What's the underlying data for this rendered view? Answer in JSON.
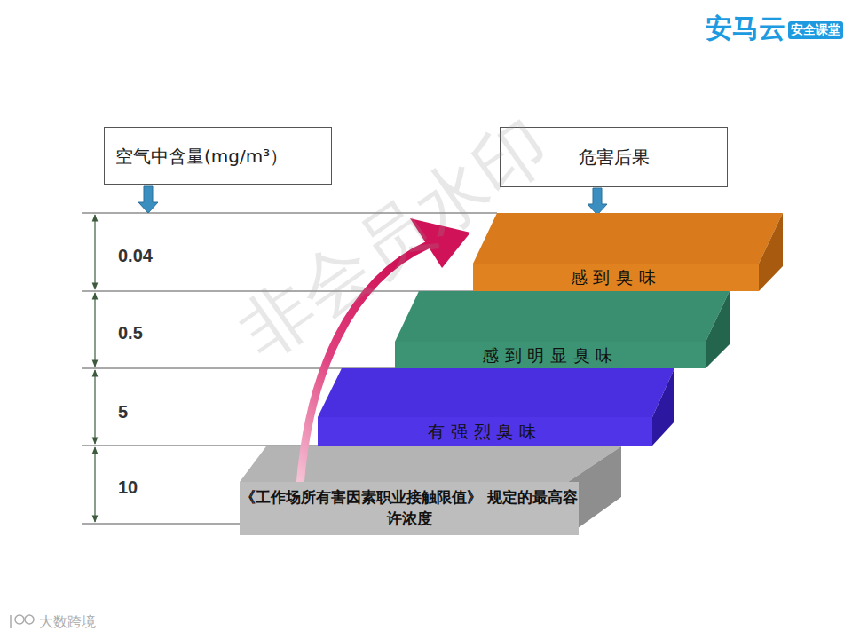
{
  "diagram": {
    "nodes": [
      {
        "text": [
          "空气中含量(mg/m³）"
        ]
      },
      {
        "text": [
          "危害后果"
        ]
      },
      {
        "text": [
          "感到臭味"
        ]
      },
      {
        "text": [
          "感到明显臭味"
        ]
      },
      {
        "text": [
          "有强烈臭味"
        ]
      },
      {
        "text": [
          "《工作场所有害因素职业接触限值》 规定的最高容许浓度"
        ]
      }
    ],
    "labels": [
      "安马云",
      "安全课堂",
      "0.04",
      "0.5",
      "5",
      "10",
      "非会员水印",
      "大数跨境"
    ]
  }
}
